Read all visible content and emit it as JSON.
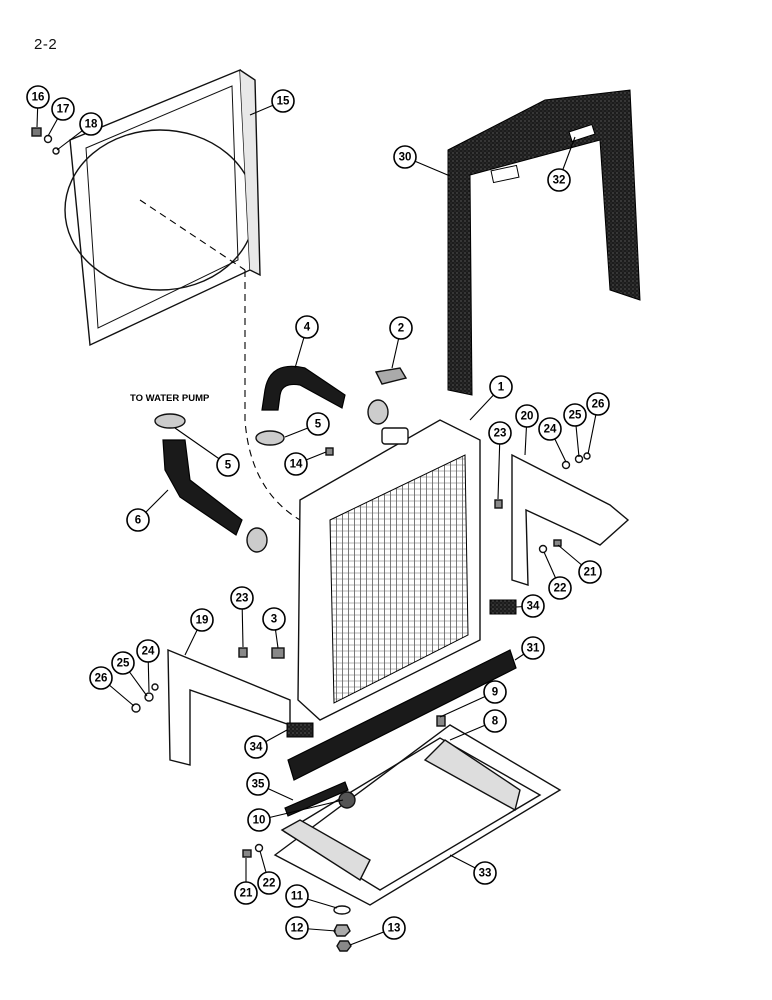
{
  "page": {
    "number": "2-2"
  },
  "labels": {
    "to_water_pump": "TO WATER PUMP"
  },
  "callouts": [
    "1",
    "2",
    "3",
    "4",
    "5",
    "5",
    "6",
    "8",
    "9",
    "10",
    "11",
    "12",
    "13",
    "14",
    "15",
    "16",
    "17",
    "18",
    "19",
    "20",
    "21",
    "21",
    "22",
    "22",
    "23",
    "23",
    "24",
    "24",
    "25",
    "25",
    "26",
    "26",
    "30",
    "31",
    "32",
    "33",
    "34",
    "34",
    "35"
  ]
}
